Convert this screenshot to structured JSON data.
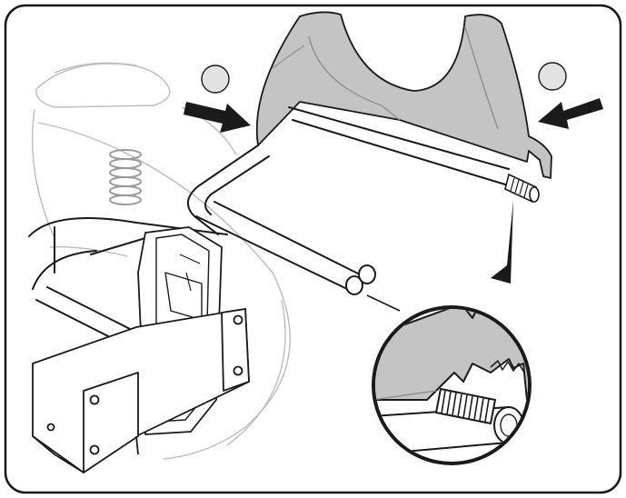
{
  "figure": {
    "kind": "assembly-illustration",
    "colors": {
      "line": "#1a1a1a",
      "ghost_line": "#bdbdbd",
      "shade": "#c4c4c4",
      "shade_dark": "#8f8f8f",
      "callout_circle": "#e2e2e2",
      "background": "#ffffff"
    },
    "markers": [
      {
        "name": "left-callout-circle",
        "icon": "circle-marker-icon"
      },
      {
        "name": "right-callout-circle",
        "icon": "circle-marker-icon"
      }
    ],
    "arrows": [
      {
        "name": "left-insert-arrow",
        "icon": "arrow-right-icon"
      },
      {
        "name": "right-insert-arrow",
        "icon": "arrow-left-icon"
      }
    ],
    "detail_view": {
      "name": "zoom-detail-inset",
      "shows": "pin-engaging-notched-bracket"
    }
  }
}
